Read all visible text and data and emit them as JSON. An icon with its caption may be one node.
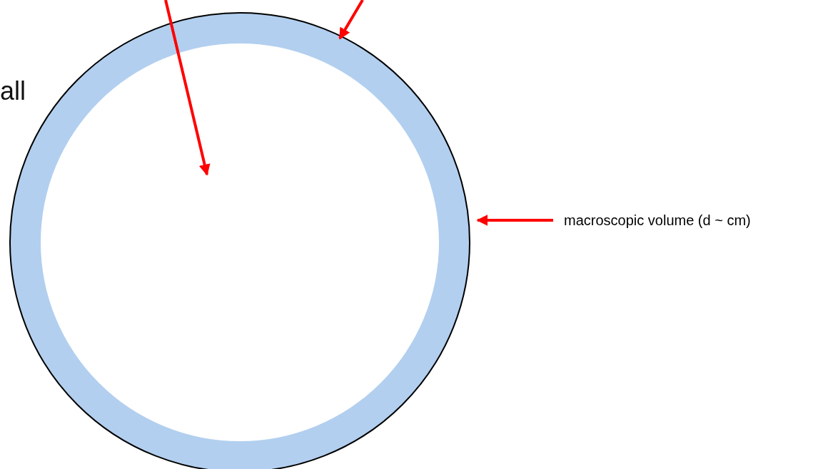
{
  "diagram": {
    "nodes": [
      {
        "text": [],
        "shape": "circle"
      },
      {
        "text": [],
        "shape": "circle",
        "in": 0
      },
      {
        "text": [
          "macroscopic volume (d ~ cm)"
        ]
      }
    ],
    "edges": [
      {
        "from": null,
        "to": 1,
        "arrow": "to"
      },
      {
        "from": null,
        "to": 0,
        "arrow": "to"
      },
      {
        "from": 2,
        "to": 0,
        "arrow": "to"
      }
    ],
    "labels": [
      "all"
    ]
  }
}
